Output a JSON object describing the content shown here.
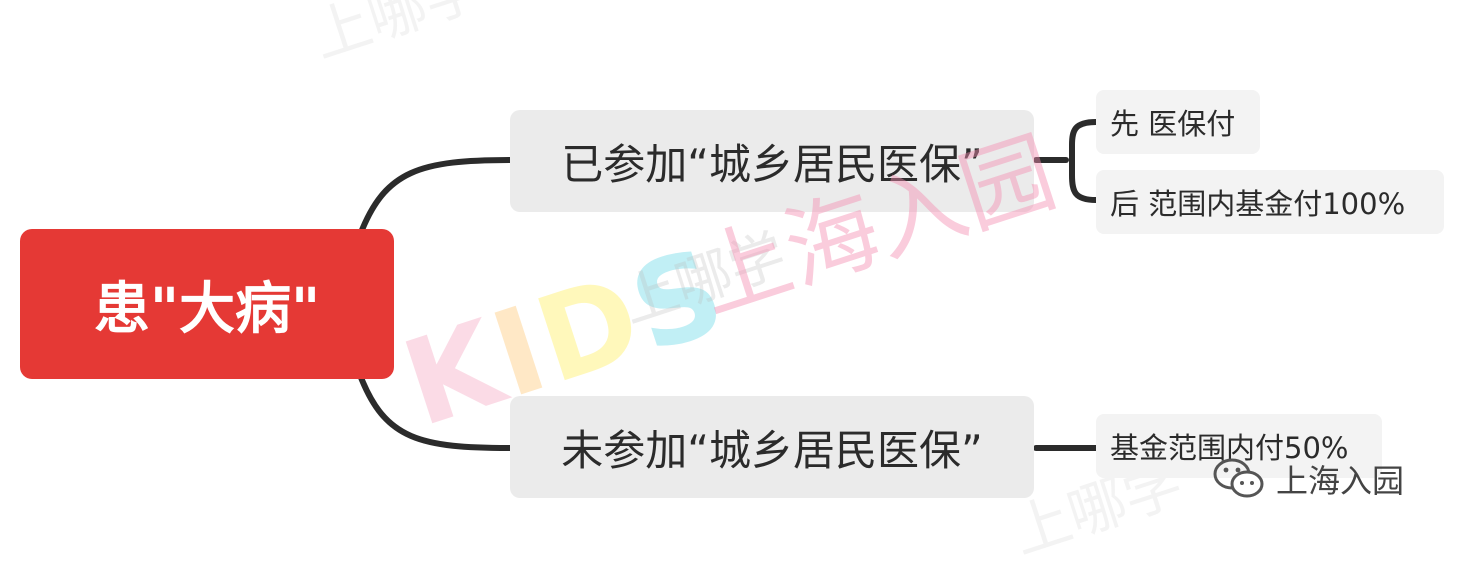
{
  "root": {
    "label": "患\"大病\"",
    "color": "#e53935"
  },
  "branches": [
    {
      "label": "已参加“城乡居民医保”",
      "leaves": [
        "先 医保付",
        "后 范围内基金付100%"
      ]
    },
    {
      "label": "未参加“城乡居民医保”",
      "leaves": [
        "基金范围内付50%"
      ]
    }
  ],
  "watermarks": {
    "main": "上海入园",
    "brand_cn": "上哪学",
    "brand_en": [
      "K",
      "I",
      "D",
      "S"
    ],
    "wechat_account": "上海入园",
    "wechat_icon": "wechat-icon"
  }
}
